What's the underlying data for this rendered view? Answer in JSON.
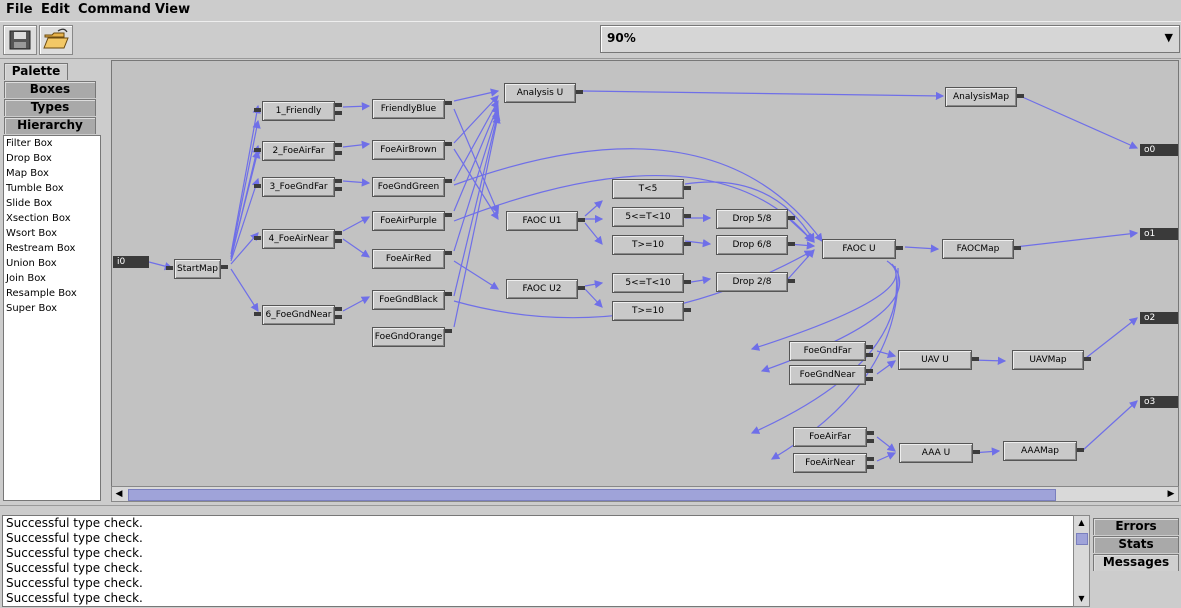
{
  "menu": [
    "File",
    "Edit",
    "Command",
    "View"
  ],
  "toolbar": {
    "save_icon": "floppy-disk-icon",
    "open_icon": "open-folder-icon"
  },
  "zoom": {
    "value": "90%"
  },
  "left_tabs": [
    "Palette",
    "Boxes",
    "Types",
    "Hierarchy"
  ],
  "palette_items": [
    "Filter Box",
    "Drop Box",
    "Map Box",
    "Tumble Box",
    "Slide Box",
    "Xsection Box",
    "Wsort Box",
    "Restream Box",
    "Union Box",
    "Join Box",
    "Resample Box",
    "Super Box"
  ],
  "graph": {
    "inputs": [
      "i0"
    ],
    "outputs": [
      "o0",
      "o1",
      "o2",
      "o3"
    ],
    "boxes": [
      "StartMap",
      "1_Friendly",
      "2_FoeAirFar",
      "3_FoeGndFar",
      "4_FoeAirNear",
      "6_FoeGndNear",
      "FriendlyBlue",
      "FoeAirBrown",
      "FoeGndGreen",
      "FoeAirPurple",
      "FoeAirRed",
      "FoeGndBlack",
      "FoeGndOrange",
      "Analysis U",
      "AnalysisMap",
      "FAOC U1",
      "FAOC U2",
      "T<5",
      "5<=T<10",
      "T>=10",
      "5<=T<10",
      "T>=10",
      "Drop 5/8",
      "Drop 6/8",
      "Drop 2/8",
      "FAOC U",
      "FAOCMap",
      "FoeGndFar",
      "FoeGndNear",
      "UAV U",
      "UAVMap",
      "FoeAirFar",
      "FoeAirNear",
      "AAA U",
      "AAAMap"
    ]
  },
  "messages": [
    "Successful type check.",
    "Successful type check.",
    "Successful type check.",
    "Successful type check.",
    "Successful type check.",
    "Successful type check."
  ],
  "bottom_tabs": [
    "Errors",
    "Stats",
    "Messages"
  ],
  "colors": {
    "edge": "#6f6fe8",
    "canvas": "#c2c2c2",
    "scroll_thumb": "#9fa3d9"
  }
}
